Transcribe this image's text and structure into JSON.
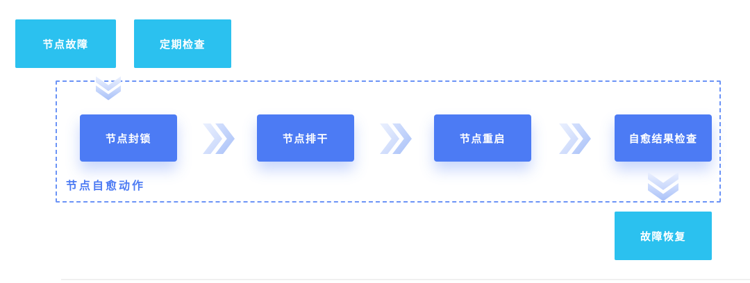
{
  "diagram": {
    "triggers": [
      {
        "label": "节点故障"
      },
      {
        "label": "定期检查"
      }
    ],
    "group": {
      "label": "节点自愈动作",
      "steps": [
        {
          "label": "节点封锁"
        },
        {
          "label": "节点排干"
        },
        {
          "label": "节点重启"
        },
        {
          "label": "自愈结果检查"
        }
      ]
    },
    "result": {
      "label": "故障恢复"
    },
    "colors": {
      "trigger_bg": "#2bc1ef",
      "step_bg": "#4c7bf4",
      "group_border": "#6b93f6",
      "group_label": "#4d7bf3",
      "arrow_light": "#eaf0fe",
      "arrow_dark": "#a9c1f8"
    },
    "icons": [
      "arrow-down-icon",
      "arrow-right-icon"
    ]
  }
}
